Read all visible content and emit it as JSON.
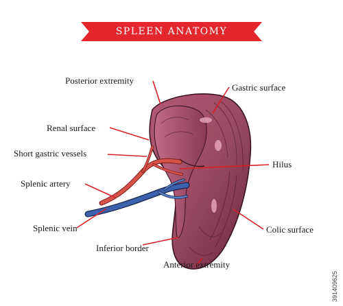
{
  "title": "SPLEEN ANATOMY",
  "stock_id": "391409625",
  "colors": {
    "banner": "#e5262c",
    "leader_line": "#d81f26",
    "organ_fill": "#9b4a63",
    "organ_dark": "#5e2337",
    "artery": "#d6524a",
    "vein": "#3d62ad"
  },
  "labels": {
    "posterior_extremity": "Posterior extremity",
    "gastric_surface": "Gastric surface",
    "renal_surface": "Renal surface",
    "short_gastric_vessels": "Short gastric vessels",
    "hilus": "Hilus",
    "splenic_artery": "Splenic artery",
    "splenic_vein": "Splenic vein",
    "colic_surface": "Colic surface",
    "inferior_border": "Inferior border",
    "anterior_extremity": "Anterior extremity"
  }
}
